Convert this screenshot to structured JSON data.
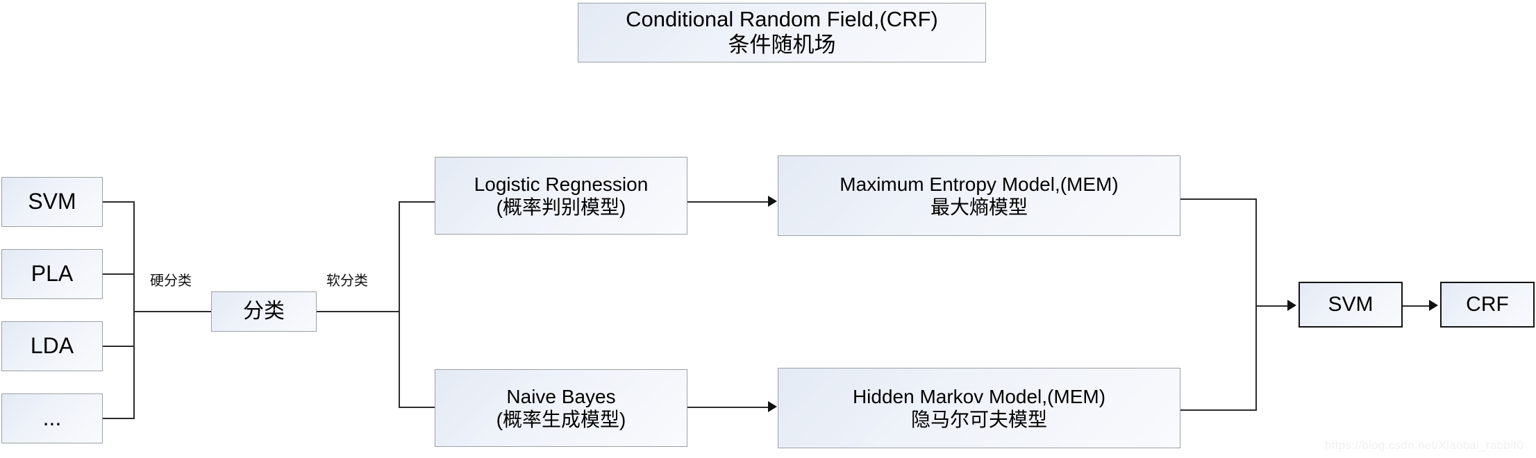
{
  "diagram": {
    "title_box": {
      "line1": "Conditional Random Field,(CRF)",
      "line2": "条件随机场"
    },
    "left_column": [
      {
        "label": "SVM"
      },
      {
        "label": "PLA"
      },
      {
        "label": "LDA"
      },
      {
        "label": "..."
      }
    ],
    "center_box": {
      "label": "分类"
    },
    "edge_labels": {
      "hard": "硬分类",
      "soft": "软分类"
    },
    "upper_branch": {
      "model": {
        "line1": "Logistic Regnession",
        "line2": "(概率判别模型)"
      },
      "target": {
        "line1": "Maximum Entropy Model,(MEM)",
        "line2": "最大熵模型"
      }
    },
    "lower_branch": {
      "model": {
        "line1": "Naive Bayes",
        "line2": "(概率生成模型)"
      },
      "target": {
        "line1": "Hidden Markov Model,(MEM)",
        "line2": "隐马尔可夫模型"
      }
    },
    "right_column": [
      {
        "label": "SVM"
      },
      {
        "label": "CRF"
      }
    ],
    "watermark": "https://blog.csdn.net/Xiaobai_rabbit0",
    "colors": {
      "box_fill_start": "#e4eaf4",
      "box_fill_end": "#f9fafd",
      "box_border": "#9aa0a6",
      "box_border_dark": "#111111",
      "line": "#2b2b2b",
      "text": "#000000",
      "watermark": "#f0f0f0"
    }
  }
}
